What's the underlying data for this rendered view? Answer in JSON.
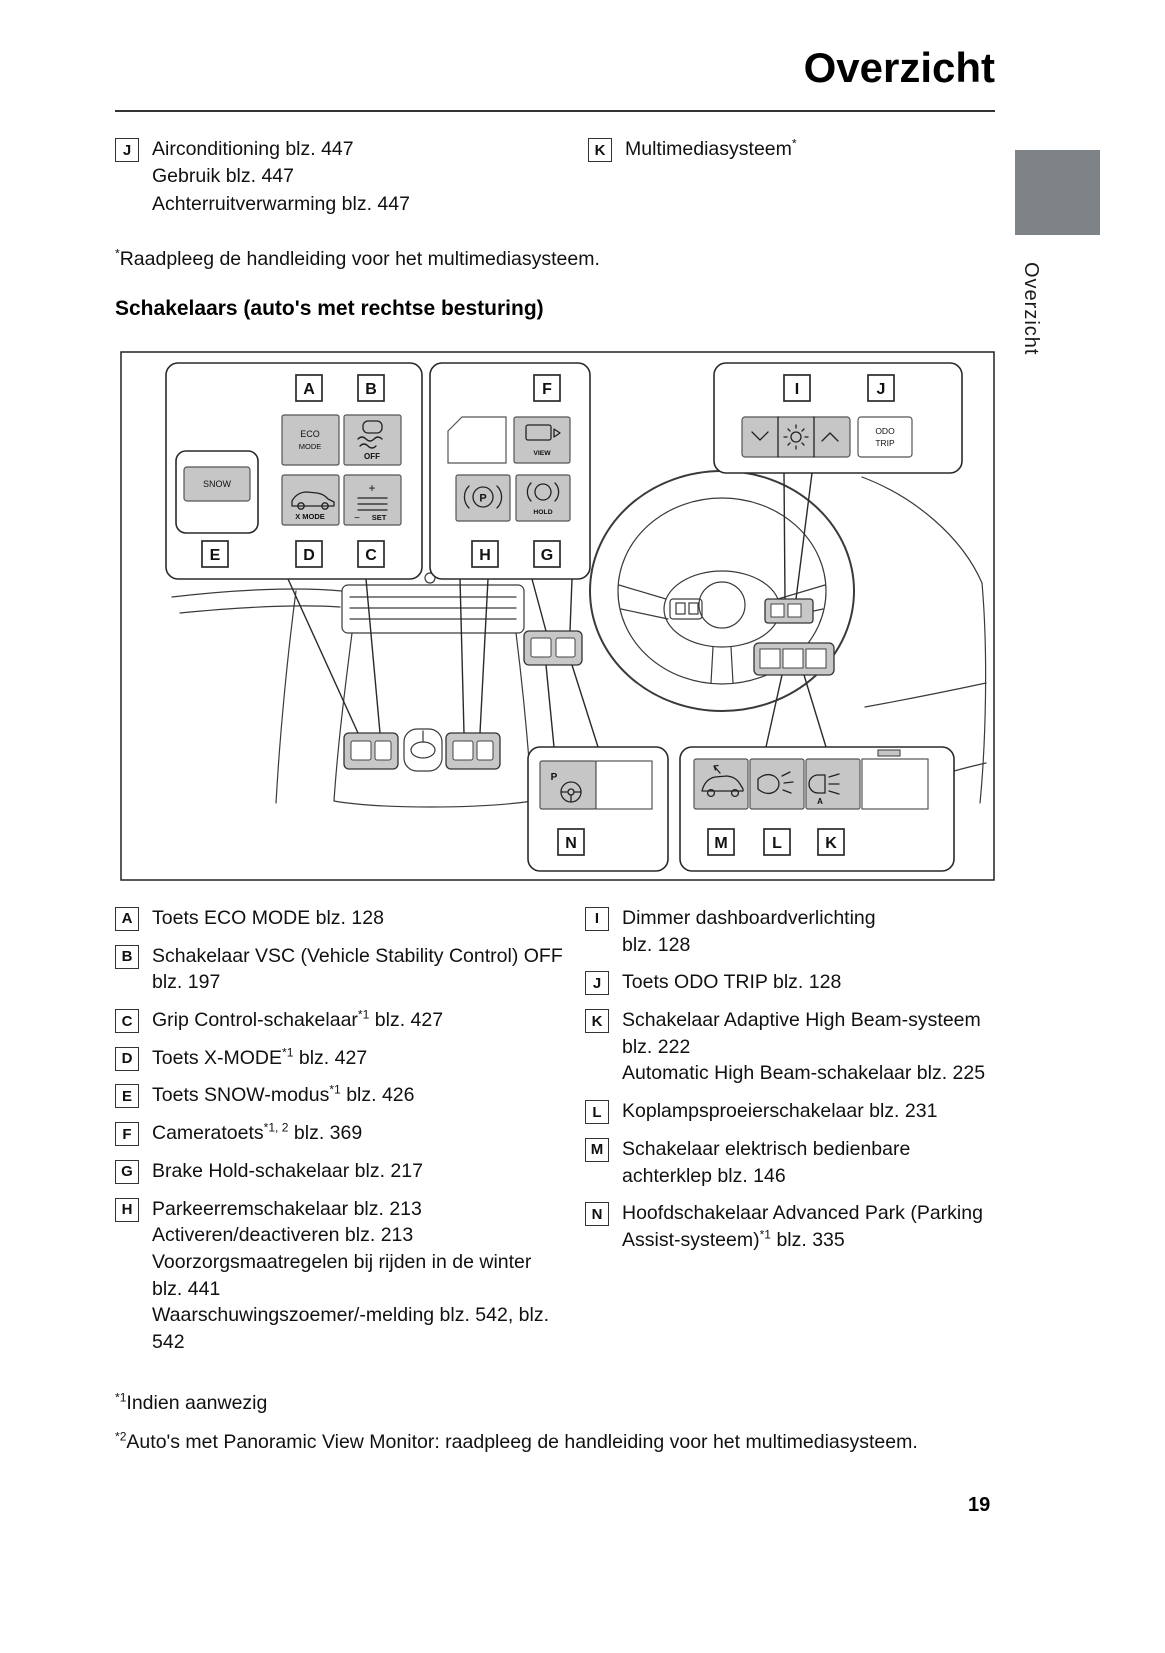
{
  "page": {
    "title": "Overzicht",
    "sidebar_tab_label": "Overzicht",
    "page_number": "19"
  },
  "top_refs": {
    "left": {
      "letter": "J",
      "lines": [
        "Airconditioning blz. 447",
        "Gebruik blz. 447",
        "Achterruitverwarming blz. 447"
      ]
    },
    "right": {
      "letter": "K",
      "text": "Multimediasysteem",
      "sup": "*"
    }
  },
  "footnote_top": {
    "sup": "*",
    "text": "Raadpleeg de handleiding voor het multimediasysteem."
  },
  "section_heading": "Schakelaars (auto's met rechtse besturing)",
  "diagram": {
    "letters": {
      "A": "A",
      "B": "B",
      "C": "C",
      "D": "D",
      "E": "E",
      "F": "F",
      "G": "G",
      "H": "H",
      "I": "I",
      "J": "J",
      "K": "K",
      "L": "L",
      "M": "M",
      "N": "N"
    },
    "buttons": {
      "eco_line1": "ECO",
      "eco_line2": "MODE",
      "vsc_off": "OFF",
      "xmode": "X MODE",
      "set_plus": "+",
      "set_minus": "−",
      "set": "SET",
      "snow": "SNOW",
      "view": "VIEW",
      "park_p": "P",
      "hold": "HOLD",
      "odo_line1": "ODO",
      "odo_line2": "TRIP",
      "advpark_p": "P",
      "auto_beam_a": "A"
    }
  },
  "legend_left": [
    {
      "letter": "A",
      "segments": [
        {
          "t": "Toets ECO MODE blz. 128"
        }
      ]
    },
    {
      "letter": "B",
      "segments": [
        {
          "t": "Schakelaar VSC (Vehicle Stability Control) OFF blz. 197"
        }
      ]
    },
    {
      "letter": "C",
      "segments": [
        {
          "t": "Grip Control-schakelaar"
        },
        {
          "sup": "*1"
        },
        {
          "t": " blz. 427"
        }
      ]
    },
    {
      "letter": "D",
      "segments": [
        {
          "t": "Toets X-MODE"
        },
        {
          "sup": "*1"
        },
        {
          "t": " blz. 427"
        }
      ]
    },
    {
      "letter": "E",
      "segments": [
        {
          "t": "Toets SNOW-modus"
        },
        {
          "sup": "*1"
        },
        {
          "t": " blz. 426"
        }
      ]
    },
    {
      "letter": "F",
      "segments": [
        {
          "t": "Cameratoets"
        },
        {
          "sup": "*1, 2"
        },
        {
          "t": " blz. 369"
        }
      ]
    },
    {
      "letter": "G",
      "segments": [
        {
          "t": "Brake Hold-schakelaar blz. 217"
        }
      ]
    },
    {
      "letter": "H",
      "segments": [
        {
          "t": "Parkeerremschakelaar blz. 213\nActiveren/deactiveren blz. 213\nVoorzorgsmaatregelen bij rijden in de winter blz. 441\nWaarschuwingszoemer/-melding blz. 542, blz. 542"
        }
      ]
    }
  ],
  "legend_right": [
    {
      "letter": "I",
      "segments": [
        {
          "t": "Dimmer dashboardverlichting\nblz. 128"
        }
      ]
    },
    {
      "letter": "J",
      "segments": [
        {
          "t": "Toets ODO TRIP blz. 128"
        }
      ]
    },
    {
      "letter": "K",
      "segments": [
        {
          "t": "Schakelaar Adaptive High Beam-systeem blz. 222\nAutomatic High Beam-schakelaar blz. 225"
        }
      ]
    },
    {
      "letter": "L",
      "segments": [
        {
          "t": "Koplampsproeierschakelaar blz. 231"
        }
      ]
    },
    {
      "letter": "M",
      "segments": [
        {
          "t": "Schakelaar elektrisch bedienbare achterklep blz. 146"
        }
      ]
    },
    {
      "letter": "N",
      "segments": [
        {
          "t": "Hoofdschakelaar Advanced Park (Parking Assist-systeem)"
        },
        {
          "sup": "*1"
        },
        {
          "t": " blz. 335"
        }
      ]
    }
  ],
  "footnotes_bottom": [
    {
      "sup": "*1",
      "text": "Indien aanwezig"
    },
    {
      "sup": "*2",
      "text": "Auto's met Panoramic View Monitor: raadpleeg de handleiding voor het multimediasysteem."
    }
  ],
  "colors": {
    "tab_gray": "#7d8387",
    "button_gray": "#c6c6c6"
  }
}
